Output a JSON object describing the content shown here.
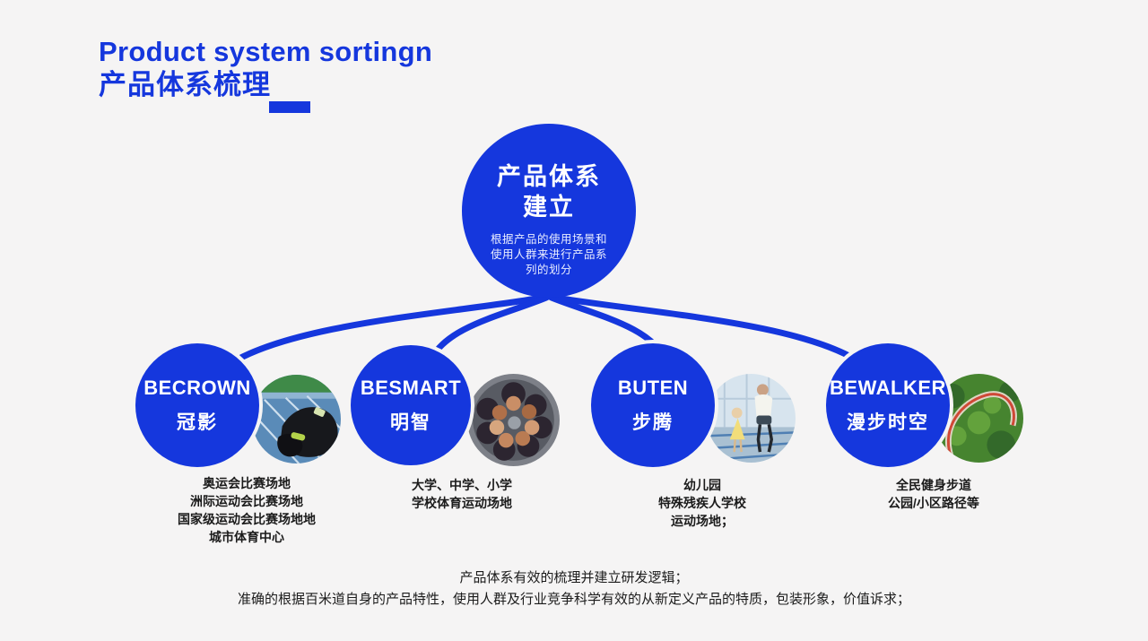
{
  "header": {
    "title_en": "Product system sortingn",
    "title_zh": "产品体系梳理"
  },
  "center": {
    "title_line1": "产品体系",
    "title_line2": "建立",
    "desc": [
      "根据产品的使用场景和",
      "使用人群来进行产品系",
      "列的划分"
    ]
  },
  "series": [
    {
      "name_en": "BECROWN",
      "name_zh": "冠影",
      "photo_alt": "sprinter-bowing-on-blue-track",
      "desc": [
        "奥运会比赛场地",
        "洲际运动会比赛场地",
        "国家级运动会比赛场地地",
        "城市体育中心"
      ]
    },
    {
      "name_en": "BESMART",
      "name_zh": "明智",
      "photo_alt": "team-huddle-from-above",
      "desc": [
        "大学、中学、小学",
        "学校体育运动场地"
      ]
    },
    {
      "name_en": "BUTEN",
      "name_zh": "步腾",
      "photo_alt": "prosthetic-leg-runner-with-child",
      "desc": [
        "幼儿园",
        "特殊残疾人学校",
        "运动场地；"
      ]
    },
    {
      "name_en": "BEWALKER",
      "name_zh": "漫步时空",
      "photo_alt": "aerial-park-walking-trail",
      "desc": [
        "全民健身步道",
        "公园/小区路径等"
      ]
    }
  ],
  "footer": {
    "line1": "产品体系有效的梳理并建立研发逻辑；",
    "line2": "准确的根据百米道自身的产品特性，使用人群及行业竞争科学有效的从新定义产品的特质，包装形象，价值诉求；"
  },
  "colors": {
    "accent": "#1537DD",
    "background": "#F5F4F4",
    "text": "#1B1B1B"
  }
}
